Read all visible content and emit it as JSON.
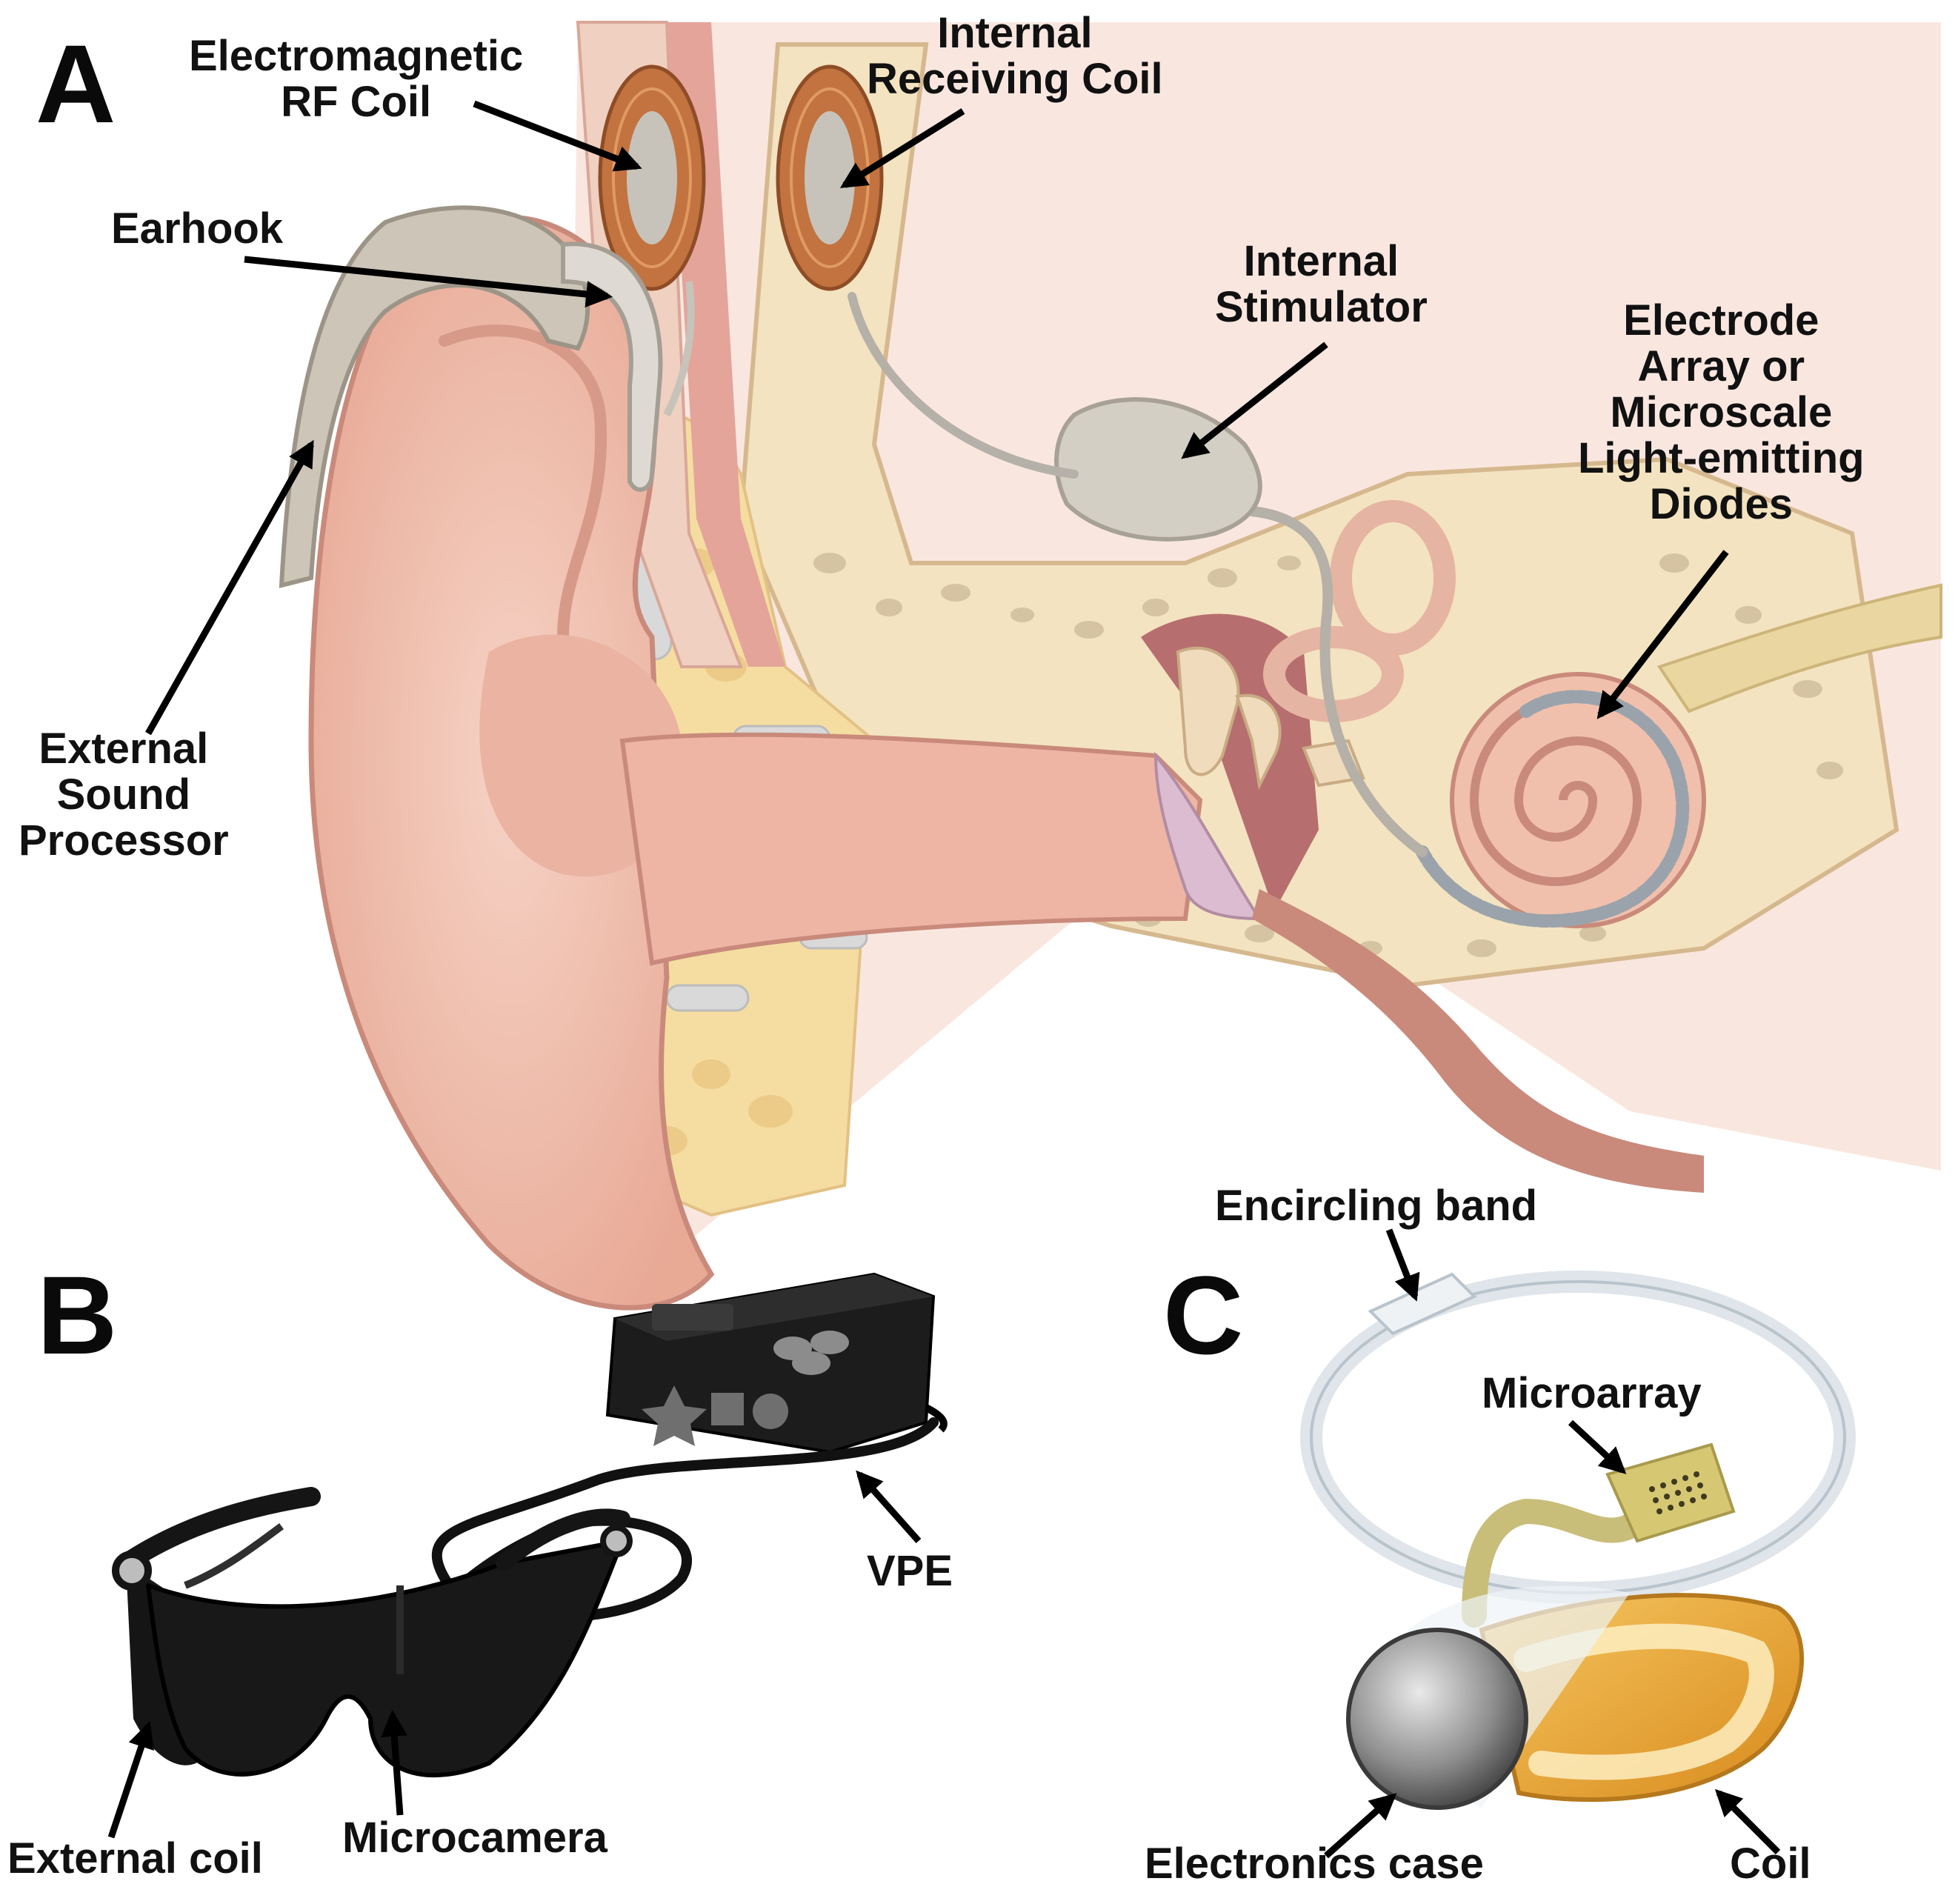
{
  "panels": {
    "a": {
      "letter": "A",
      "labels": {
        "electromagnetic_rf_coil": [
          "Electromagnetic",
          "RF Coil"
        ],
        "internal_receiving_coil": [
          "Internal",
          "Receiving Coil"
        ],
        "earhook": "Earhook",
        "internal_stimulator": [
          "Internal",
          "Stimulator"
        ],
        "electrode_array": [
          "Electrode",
          "Array or",
          "Microscale",
          "Light-emitting",
          "Diodes"
        ],
        "external_sound_processor": [
          "External",
          "Sound",
          "Processor"
        ]
      }
    },
    "b": {
      "letter": "B",
      "labels": {
        "vpe": "VPE",
        "external_coil": "External coil",
        "microcamera": "Microcamera"
      }
    },
    "c": {
      "letter": "C",
      "labels": {
        "encircling_band": "Encircling band",
        "microarray": "Microarray",
        "electronics_case": "Electronics case",
        "coil": "Coil"
      }
    }
  },
  "colors": {
    "skin": "#f2c4b4",
    "skin_dark": "#c98a7b",
    "bone": "#f3e3c0",
    "bone_pore": "#d8c7a6",
    "device_gray": "#cfc7bb",
    "coil_copper": "#b8683e",
    "glasses_black": "#151515",
    "implant_gold": "#e8a531",
    "band_clear": "#dfe5ea"
  }
}
